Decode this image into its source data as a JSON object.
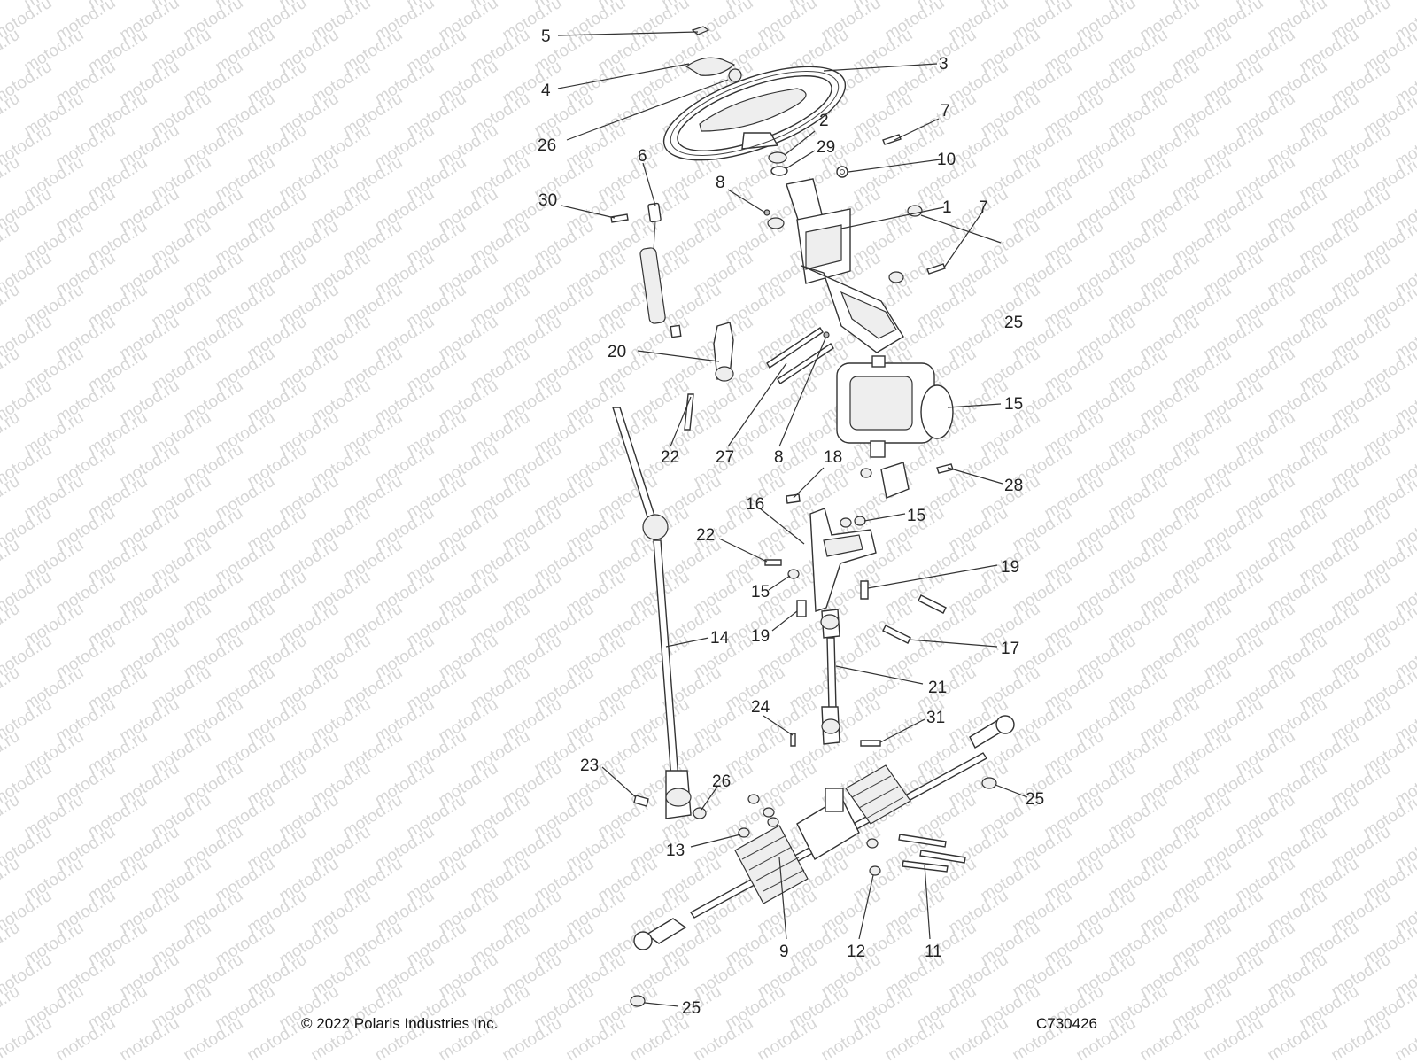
{
  "watermark": "motod.ru",
  "callouts": {
    "n1": "1",
    "n2": "2",
    "n3": "3",
    "n4": "4",
    "n5": "5",
    "n6": "6",
    "n7": "7",
    "n8": "8",
    "n9": "9",
    "n10": "10",
    "n11": "11",
    "n12": "12",
    "n13": "13",
    "n14": "14",
    "n15": "15",
    "n16": "16",
    "n17": "17",
    "n18": "18",
    "n19": "19",
    "n20": "20",
    "n21": "21",
    "n22": "22",
    "n23": "23",
    "n24": "24",
    "n25": "25",
    "n26": "26",
    "n27": "27",
    "n28": "28",
    "n29": "29",
    "n30": "30",
    "n31": "31"
  },
  "footer": {
    "copyright": "© 2022 Polaris Industries Inc.",
    "figure_code": "C730426"
  }
}
